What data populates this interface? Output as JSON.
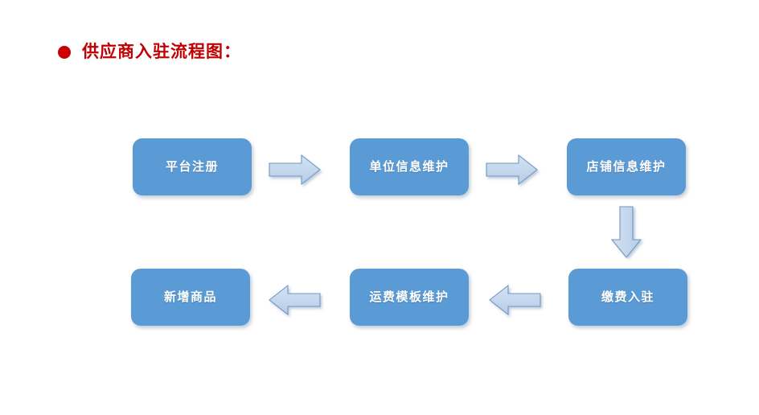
{
  "slide": {
    "background_color": "#FFFFFF",
    "title": {
      "bullet_icon": "bullet-dot-icon",
      "bullet_color": "#CC0000",
      "text": "供应商入驻流程图：",
      "color": "#C00000"
    }
  },
  "diagram": {
    "type": "flowchart",
    "direction": "snake: left-to-right then down then right-to-left",
    "node_fill": "#5B9BD5",
    "node_text_color": "#FFFFFF",
    "arrow_fill": "#C5D9EE",
    "arrow_stroke": "#7396C4",
    "nodes": [
      {
        "id": "n1",
        "label": "平台注册"
      },
      {
        "id": "n2",
        "label": "单位信息维护"
      },
      {
        "id": "n3",
        "label": "店铺信息维护"
      },
      {
        "id": "n4",
        "label": "缴费入驻"
      },
      {
        "id": "n5",
        "label": "运费模板维护"
      },
      {
        "id": "n6",
        "label": "新增商品"
      }
    ],
    "arrows": [
      {
        "id": "a1",
        "from": "n1",
        "to": "n2",
        "direction": "right",
        "icon": "arrow-right-icon"
      },
      {
        "id": "a2",
        "from": "n2",
        "to": "n3",
        "direction": "right",
        "icon": "arrow-right-icon"
      },
      {
        "id": "a3",
        "from": "n3",
        "to": "n4",
        "direction": "down",
        "icon": "arrow-down-icon"
      },
      {
        "id": "a4",
        "from": "n4",
        "to": "n5",
        "direction": "left",
        "icon": "arrow-left-icon"
      },
      {
        "id": "a5",
        "from": "n5",
        "to": "n6",
        "direction": "left",
        "icon": "arrow-left-icon"
      }
    ]
  }
}
